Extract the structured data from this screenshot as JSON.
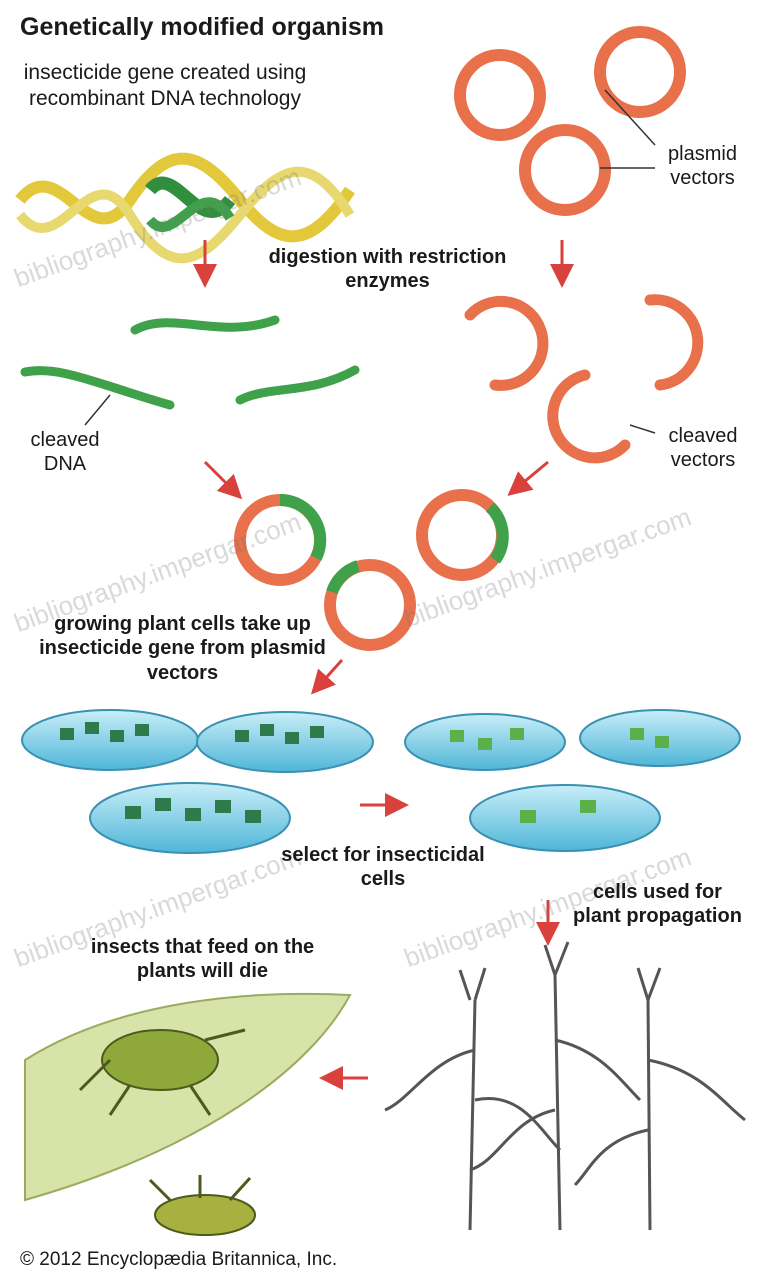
{
  "title": "Genetically modified organism",
  "labels": {
    "insecticide_gene": "insecticide gene created using recombinant DNA technology",
    "plasmid_vectors": "plasmid vectors",
    "digestion": "digestion with restriction enzymes",
    "cleaved_dna": "cleaved DNA",
    "cleaved_vectors": "cleaved vectors",
    "growing_cells": "growing plant cells take up insecticide gene from plasmid vectors",
    "select": "select for insecticidal cells",
    "cells_used": "cells used for plant propagation",
    "insects": "insects that feed on the plants will die"
  },
  "copyright": "© 2012 Encyclopædia Britannica, Inc.",
  "watermark": "bibliography.impergar.com",
  "colors": {
    "dna_green": "#3fa24a",
    "dna_yellow": "#e2c83a",
    "plasmid_orange": "#e8704a",
    "arrow_red": "#d9413c",
    "dish_blue": "#7fd0e8",
    "plant_gray": "#555555",
    "insect_green": "#8fa83a"
  }
}
